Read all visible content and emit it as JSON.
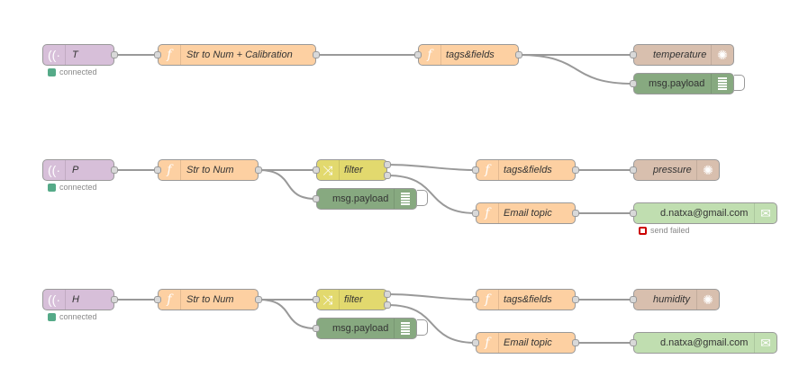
{
  "flow": {
    "row1": {
      "source": "T",
      "source_status": "connected",
      "func1": "Str to Num + Calibration",
      "func2": "tags&fields",
      "db": "temperature",
      "debug": "msg.payload"
    },
    "row2": {
      "source": "P",
      "source_status": "connected",
      "func1": "Str to Num",
      "switch": "filter",
      "debug": "msg.payload",
      "func2": "tags&fields",
      "db": "pressure",
      "email_func": "Email topic",
      "email": "d.natxa@gmail.com",
      "email_status": "send failed"
    },
    "row3": {
      "source": "H",
      "source_status": "connected",
      "func1": "Str to Num",
      "switch": "filter",
      "debug": "msg.payload",
      "func2": "tags&fields",
      "db": "humidity",
      "email_func": "Email topic",
      "email": "d.natxa@gmail.com"
    }
  },
  "colors": {
    "source": "#d7bfd9",
    "function": "#fdd0a2",
    "switch": "#e2d96e",
    "debug": "#87a980",
    "database": "#d8bfae",
    "email": "#c0deb0",
    "wire": "#999999"
  },
  "icons": {
    "source": "radio-wave-icon",
    "function": "function-icon",
    "switch": "switch-icon",
    "debug": "list-icon",
    "database": "database-icon",
    "email": "envelope-icon"
  }
}
